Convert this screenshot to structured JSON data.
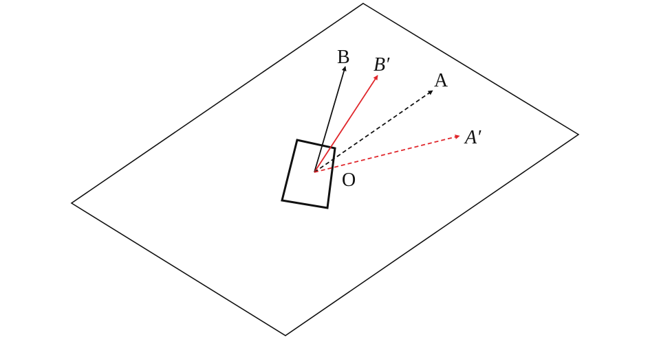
{
  "diagram": {
    "labels": {
      "B": "B",
      "B_prime": "B′",
      "A": "A",
      "A_prime": "A′",
      "O": "O"
    },
    "colors": {
      "outline": "#111111",
      "original_vectors": "#111111",
      "rotated_vectors": "#e0262b"
    },
    "vector_styles": {
      "OB": "solid",
      "OB_prime": "solid",
      "OA": "dashed",
      "OA_prime": "dashed"
    }
  }
}
